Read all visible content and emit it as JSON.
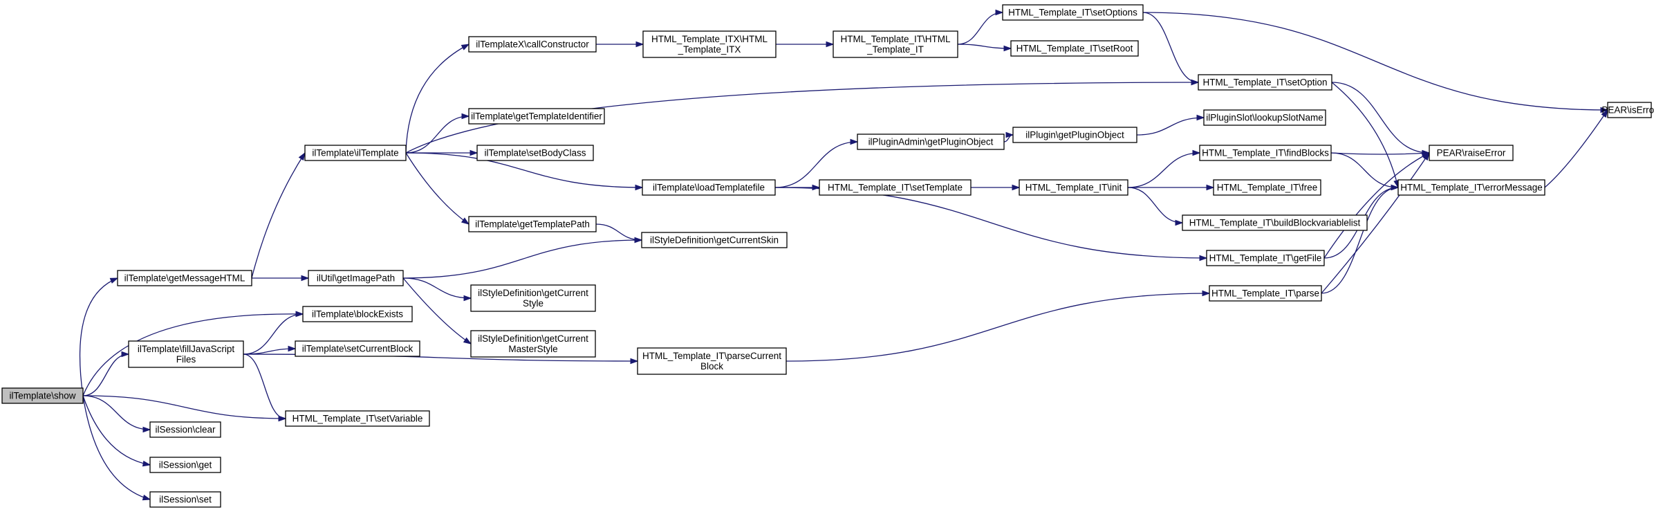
{
  "colors": {
    "edge": "#191970",
    "node_fill": "#ffffff",
    "root_fill": "#bfbfbf",
    "node_border": "#000000"
  },
  "nodes": [
    {
      "id": "show",
      "lines": [
        "ilTemplate\\show"
      ]
    },
    {
      "id": "getMessageHTML",
      "lines": [
        "ilTemplate\\getMessageHTML"
      ]
    },
    {
      "id": "blockExists",
      "lines": [
        "ilTemplate\\blockExists"
      ]
    },
    {
      "id": "fillJavaScriptFiles",
      "lines": [
        "ilTemplate\\fillJavaScript",
        "Files"
      ]
    },
    {
      "id": "setVariable",
      "lines": [
        "HTML_Template_IT\\setVariable"
      ]
    },
    {
      "id": "sessionClear",
      "lines": [
        "ilSession\\clear"
      ]
    },
    {
      "id": "sessionGet",
      "lines": [
        "ilSession\\get"
      ]
    },
    {
      "id": "sessionSet",
      "lines": [
        "ilSession\\set"
      ]
    },
    {
      "id": "ilTemplateCtor",
      "lines": [
        "ilTemplate\\ilTemplate"
      ]
    },
    {
      "id": "getImagePath",
      "lines": [
        "ilUtil\\getImagePath"
      ]
    },
    {
      "id": "setCurrentBlock",
      "lines": [
        "ilTemplate\\setCurrentBlock"
      ]
    },
    {
      "id": "callConstructor",
      "lines": [
        "ilTemplateX\\callConstructor"
      ]
    },
    {
      "id": "getTemplateIdentifier",
      "lines": [
        "ilTemplate\\getTemplateIdentifier"
      ]
    },
    {
      "id": "setBodyClass",
      "lines": [
        "ilTemplate\\setBodyClass"
      ]
    },
    {
      "id": "getTemplatePath",
      "lines": [
        "ilTemplate\\getTemplatePath"
      ]
    },
    {
      "id": "getCurrentStyle",
      "lines": [
        "ilStyleDefinition\\getCurrent",
        "Style"
      ]
    },
    {
      "id": "getCurrentMasterStyle",
      "lines": [
        "ilStyleDefinition\\getCurrent",
        "MasterStyle"
      ]
    },
    {
      "id": "loadTemplatefile",
      "lines": [
        "ilTemplate\\loadTemplatefile"
      ]
    },
    {
      "id": "getCurrentSkin",
      "lines": [
        "ilStyleDefinition\\getCurrentSkin"
      ]
    },
    {
      "id": "parseCurrentBlock",
      "lines": [
        "HTML_Template_IT\\parseCurrent",
        "Block"
      ]
    },
    {
      "id": "itxCtor",
      "lines": [
        "HTML_Template_ITX\\HTML",
        "_Template_ITX"
      ]
    },
    {
      "id": "getPluginObjectAdmin",
      "lines": [
        "ilPluginAdmin\\getPluginObject"
      ]
    },
    {
      "id": "setTemplate",
      "lines": [
        "HTML_Template_IT\\setTemplate"
      ]
    },
    {
      "id": "itCtor",
      "lines": [
        "HTML_Template_IT\\HTML",
        "_Template_IT"
      ]
    },
    {
      "id": "getPluginObject",
      "lines": [
        "ilPlugin\\getPluginObject"
      ]
    },
    {
      "id": "init",
      "lines": [
        "HTML_Template_IT\\init"
      ]
    },
    {
      "id": "setOptions",
      "lines": [
        "HTML_Template_IT\\setOptions"
      ]
    },
    {
      "id": "setRoot",
      "lines": [
        "HTML_Template_IT\\setRoot"
      ]
    },
    {
      "id": "setOption",
      "lines": [
        "HTML_Template_IT\\setOption"
      ]
    },
    {
      "id": "lookupSlotName",
      "lines": [
        "ilPluginSlot\\lookupSlotName"
      ]
    },
    {
      "id": "findBlocks",
      "lines": [
        "HTML_Template_IT\\findBlocks"
      ]
    },
    {
      "id": "free",
      "lines": [
        "HTML_Template_IT\\free"
      ]
    },
    {
      "id": "buildBlockvariablelist",
      "lines": [
        "HTML_Template_IT\\buildBlockvariablelist"
      ]
    },
    {
      "id": "getFile",
      "lines": [
        "HTML_Template_IT\\getFile"
      ]
    },
    {
      "id": "parse",
      "lines": [
        "HTML_Template_IT\\parse"
      ]
    },
    {
      "id": "raiseError",
      "lines": [
        "PEAR\\raiseError"
      ]
    },
    {
      "id": "errorMessage",
      "lines": [
        "HTML_Template_IT\\errorMessage"
      ]
    },
    {
      "id": "isError",
      "lines": [
        "PEAR\\isError"
      ]
    }
  ],
  "edges": [
    [
      "show",
      "getMessageHTML"
    ],
    [
      "show",
      "blockExists"
    ],
    [
      "show",
      "fillJavaScriptFiles"
    ],
    [
      "show",
      "setVariable"
    ],
    [
      "show",
      "sessionClear"
    ],
    [
      "show",
      "sessionGet"
    ],
    [
      "show",
      "sessionSet"
    ],
    [
      "getMessageHTML",
      "ilTemplateCtor"
    ],
    [
      "getMessageHTML",
      "getImagePath"
    ],
    [
      "fillJavaScriptFiles",
      "blockExists"
    ],
    [
      "fillJavaScriptFiles",
      "setCurrentBlock"
    ],
    [
      "fillJavaScriptFiles",
      "setVariable"
    ],
    [
      "fillJavaScriptFiles",
      "parseCurrentBlock"
    ],
    [
      "ilTemplateCtor",
      "callConstructor"
    ],
    [
      "ilTemplateCtor",
      "setOption"
    ],
    [
      "ilTemplateCtor",
      "getTemplateIdentifier"
    ],
    [
      "ilTemplateCtor",
      "setBodyClass"
    ],
    [
      "ilTemplateCtor",
      "loadTemplatefile"
    ],
    [
      "ilTemplateCtor",
      "getTemplatePath"
    ],
    [
      "getImagePath",
      "getCurrentSkin"
    ],
    [
      "getImagePath",
      "getCurrentStyle"
    ],
    [
      "getImagePath",
      "getCurrentMasterStyle"
    ],
    [
      "callConstructor",
      "itxCtor"
    ],
    [
      "itxCtor",
      "itCtor"
    ],
    [
      "itCtor",
      "setOptions"
    ],
    [
      "itCtor",
      "setRoot"
    ],
    [
      "setOptions",
      "setOption"
    ],
    [
      "setOptions",
      "isError"
    ],
    [
      "setOption",
      "raiseError"
    ],
    [
      "setOption",
      "errorMessage"
    ],
    [
      "getTemplatePath",
      "getCurrentSkin"
    ],
    [
      "loadTemplatefile",
      "getPluginObjectAdmin"
    ],
    [
      "loadTemplatefile",
      "setTemplate"
    ],
    [
      "loadTemplatefile",
      "getFile"
    ],
    [
      "getPluginObjectAdmin",
      "getPluginObject"
    ],
    [
      "getPluginObject",
      "lookupSlotName"
    ],
    [
      "setTemplate",
      "init"
    ],
    [
      "init",
      "findBlocks"
    ],
    [
      "init",
      "free"
    ],
    [
      "init",
      "buildBlockvariablelist"
    ],
    [
      "findBlocks",
      "raiseError"
    ],
    [
      "findBlocks",
      "errorMessage"
    ],
    [
      "getFile",
      "raiseError"
    ],
    [
      "getFile",
      "errorMessage"
    ],
    [
      "parse",
      "raiseError"
    ],
    [
      "parse",
      "errorMessage"
    ],
    [
      "parseCurrentBlock",
      "parse"
    ],
    [
      "errorMessage",
      "isError"
    ]
  ]
}
